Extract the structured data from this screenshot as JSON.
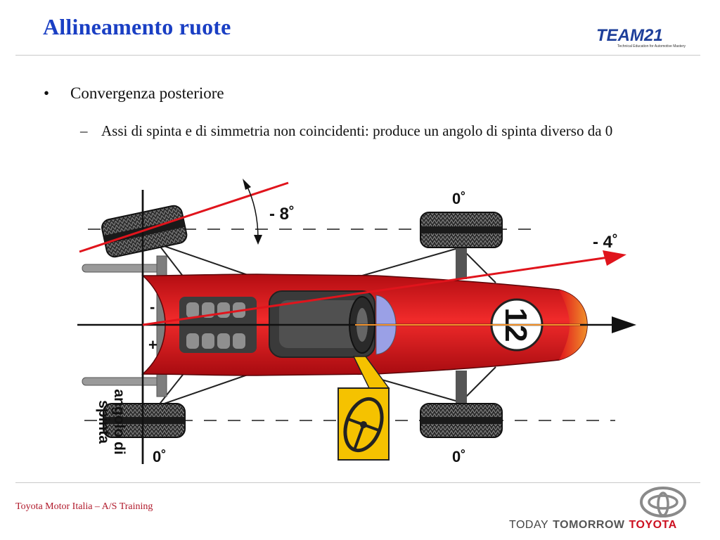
{
  "slide": {
    "title": "Allineamento ruote",
    "logo_text": "TEAM21",
    "logo_subtext": "Technical Education for Automotive Mastery",
    "bullets": [
      {
        "text": "Convergenza posteriore"
      },
      {
        "text": "Assi di spinta e di simmetria non coincidenti: produce un angolo di spinta diverso da 0"
      }
    ],
    "bullet_marks": {
      "level1": "•",
      "level2": "–"
    }
  },
  "diagram": {
    "angle_front_left": "- 8˚",
    "angle_thrust": "- 4˚",
    "zero_top_right": "0˚",
    "zero_bottom_left": "0˚",
    "zero_bottom_right": "0˚",
    "axis_label_line1": "angolo di",
    "axis_label_line2": "spinta",
    "minus_sign": "-",
    "plus_sign": "+",
    "car_number": "12"
  },
  "footer": {
    "left": "Toyota Motor Italia – A/S Training",
    "tagline_1": "TODAY",
    "tagline_2": "TOMORROW",
    "tagline_3": "TOYOTA"
  },
  "colors": {
    "title": "#1a3fc4",
    "car_red": "#e0141c",
    "footer_red": "#b0182a",
    "toyota_red": "#cc1020"
  }
}
